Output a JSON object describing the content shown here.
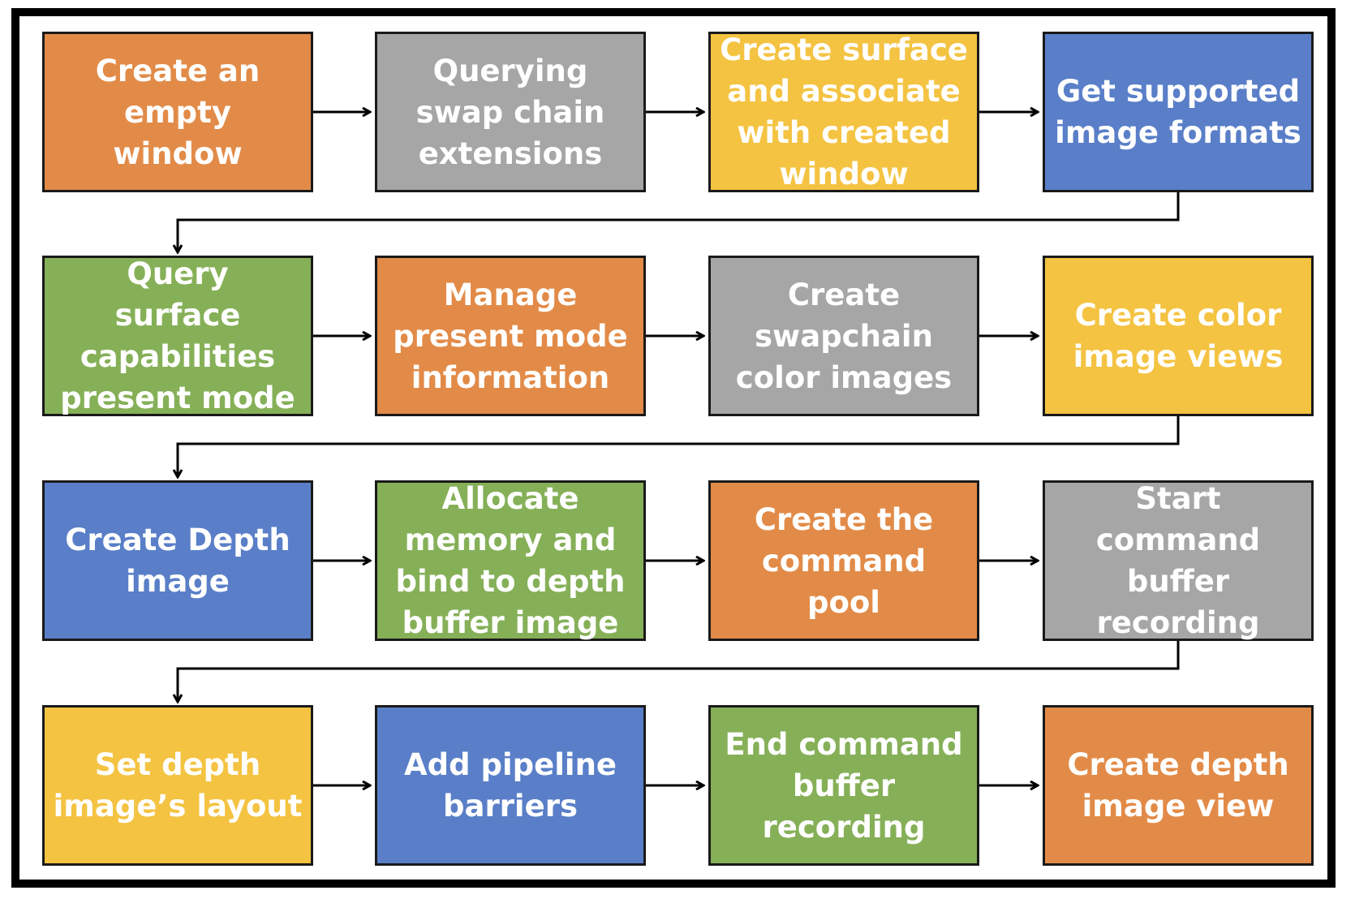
{
  "colors": {
    "orange": "#E28B48",
    "gray": "#A6A6A6",
    "yellow": "#F4C342",
    "blue": "#5A7FC8",
    "green": "#86B058",
    "text": "#FFFFFF",
    "arrow": "#000000"
  },
  "flow": {
    "steps": [
      {
        "label": "Create an\nempty\nwindow",
        "color": "orange"
      },
      {
        "label": "Querying\nswap chain\nextensions",
        "color": "gray"
      },
      {
        "label": "Create surface\nand associate\nwith created\nwindow",
        "color": "yellow"
      },
      {
        "label": "Get supported\nimage formats",
        "color": "blue"
      },
      {
        "label": "Query\nsurface\ncapabilities\npresent mode",
        "color": "green"
      },
      {
        "label": "Manage\npresent mode\ninformation",
        "color": "orange"
      },
      {
        "label": "Create\nswapchain\ncolor images",
        "color": "gray"
      },
      {
        "label": "Create color\nimage views",
        "color": "yellow"
      },
      {
        "label": "Create Depth\nimage",
        "color": "blue"
      },
      {
        "label": "Allocate\nmemory and\nbind to depth\nbuffer image",
        "color": "green"
      },
      {
        "label": "Create the\ncommand\npool",
        "color": "orange"
      },
      {
        "label": "Start\ncommand\nbuffer\nrecording",
        "color": "gray"
      },
      {
        "label": "Set depth\nimage’s layout",
        "color": "yellow"
      },
      {
        "label": "Add pipeline\nbarriers",
        "color": "blue"
      },
      {
        "label": "End command\nbuffer\nrecording",
        "color": "green"
      },
      {
        "label": "Create depth\nimage view",
        "color": "orange"
      }
    ]
  }
}
